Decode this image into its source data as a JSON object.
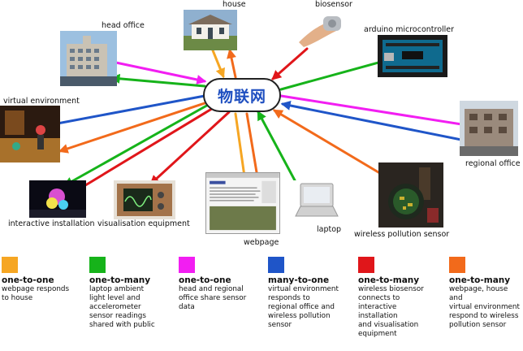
{
  "hub": {
    "label": "物联网"
  },
  "nodes": {
    "house": {
      "label": "house"
    },
    "biosensor": {
      "label": "biosensor"
    },
    "head_office": {
      "label": "head office"
    },
    "arduino": {
      "label": "arduino microcontroller"
    },
    "virtual_environment": {
      "label": "virtual environment"
    },
    "regional_office": {
      "label": "regional office"
    },
    "interactive_installation": {
      "label": "interactive installation"
    },
    "visualisation_equipment": {
      "label": "visualisation equipment"
    },
    "webpage": {
      "label": "webpage"
    },
    "laptop": {
      "label": "laptop"
    },
    "wireless_pollution_sensor": {
      "label": "wireless pollution sensor"
    }
  },
  "colors": {
    "orange_light": "#f6a623",
    "green": "#16b31a",
    "magenta": "#f21ef2",
    "blue": "#1f55c8",
    "red": "#e0161a",
    "orange": "#f26a1b"
  },
  "legend": [
    {
      "color": "#f6a623",
      "title": "one-to-one",
      "desc": "webpage responds\nto house"
    },
    {
      "color": "#16b31a",
      "title": "one-to-many",
      "desc": "laptop ambient\nlight level and\naccelerometer\nsensor readings\nshared with public"
    },
    {
      "color": "#f21ef2",
      "title": "one-to-one",
      "desc": "head and regional\noffice share sensor\ndata"
    },
    {
      "color": "#1f55c8",
      "title": "many-to-one",
      "desc": "virtual environment\nresponds to\nregional office and\nwireless pollution\nsensor"
    },
    {
      "color": "#e0161a",
      "title": "one-to-many",
      "desc": "wireless biosensor\nconnects to\ninteractive\ninstallation\nand visualisation\nequipment"
    },
    {
      "color": "#f26a1b",
      "title": "one-to-many",
      "desc": "webpage, house and\nvirtual environment\nrespond to wireless\npollution sensor"
    }
  ]
}
